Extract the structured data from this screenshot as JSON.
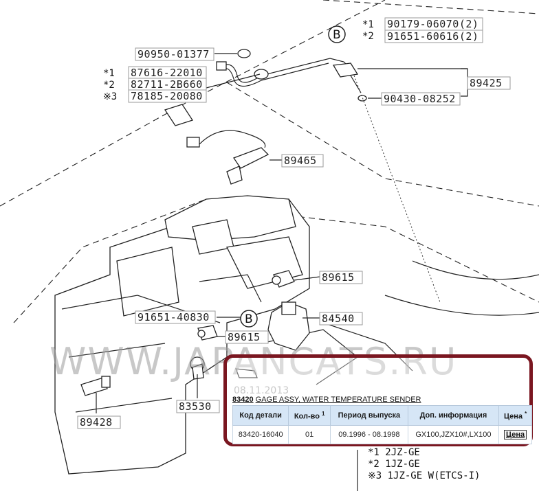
{
  "callouts": {
    "p90179": "90179-06070(2)",
    "p91651a": "91651-60616(2)",
    "p90950": "90950-01377",
    "p87616": "87616-22010",
    "p82711": "82711-2B660",
    "p78185": "78185-20080",
    "p89425": "89425",
    "p90430": "90430-08252",
    "p89465": "89465",
    "p89615a": "89615",
    "p91651b": "91651-40830",
    "p84540": "84540",
    "p89615b": "89615",
    "p89428": "89428",
    "p83530": "83530"
  },
  "markers": {
    "m1": "*1",
    "m2": "*2",
    "m3": "※3",
    "circle_b": "B"
  },
  "notes": {
    "n1": "*1 2JZ-GE",
    "n2": "*2 1JZ-GE",
    "n3": "※3 1JZ-GE W(ETCS-I)"
  },
  "watermark": {
    "text": "WWW.JAPANCATS.RU",
    "date": "08.11.2013"
  },
  "info": {
    "code": "83420",
    "description": "GAGE ASSY, WATER TEMPERATURE SENDER",
    "headers": {
      "part_code": "Код детали",
      "qty": "Кол-во",
      "qty_sup": "1",
      "period": "Период выпуска",
      "extra": "Доп. информация",
      "price": "Цена",
      "price_sup": "*"
    },
    "row": {
      "part_code": "83420-16040",
      "qty": "01",
      "period": "09.1996 - 08.1998",
      "extra": "GX100,JZX10#,LX100",
      "price": "Цена"
    }
  },
  "colors": {
    "panel_border": "#7a1620",
    "header_bg": "#d6e6f6"
  }
}
